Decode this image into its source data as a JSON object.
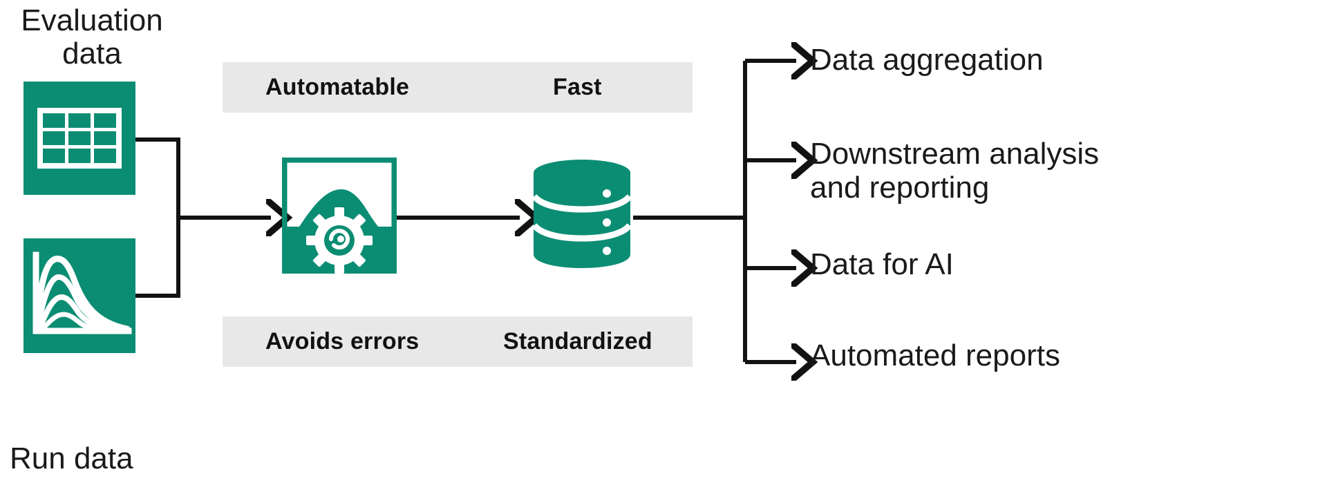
{
  "diagram": {
    "title": "Automated evaluation and run data processing workflow",
    "colors": {
      "brand_green": "#0B8D73",
      "banner_gray": "#E8E8E8",
      "stroke_black": "#121212",
      "background": "#FFFFFF",
      "text": "#1A1A1A"
    }
  },
  "inputs": [
    {
      "label": "Evaluation\ndata",
      "icon": "table-icon",
      "position": "top-left"
    },
    {
      "label": "Run data",
      "icon": "chromatogram-icon",
      "position": "bottom-left"
    }
  ],
  "banners": {
    "top": {
      "attributes": [
        "Automatable",
        "Fast"
      ]
    },
    "bottom": {
      "attributes": [
        "Avoids errors",
        "Standardized"
      ]
    }
  },
  "process": {
    "icon": "data-processing-gear-icon",
    "name": "processing"
  },
  "storage": {
    "icon": "database-cylinder-icon",
    "name": "database"
  },
  "outputs": [
    {
      "label": "Data aggregation"
    },
    {
      "label": "Downstream analysis\nand reporting"
    },
    {
      "label": "Data for AI"
    },
    {
      "label": "Automated reports"
    }
  ],
  "connectors": {
    "input_merge": "bracket-merge-right",
    "output_split": "bracket-split-right",
    "arrow_count": 6
  }
}
